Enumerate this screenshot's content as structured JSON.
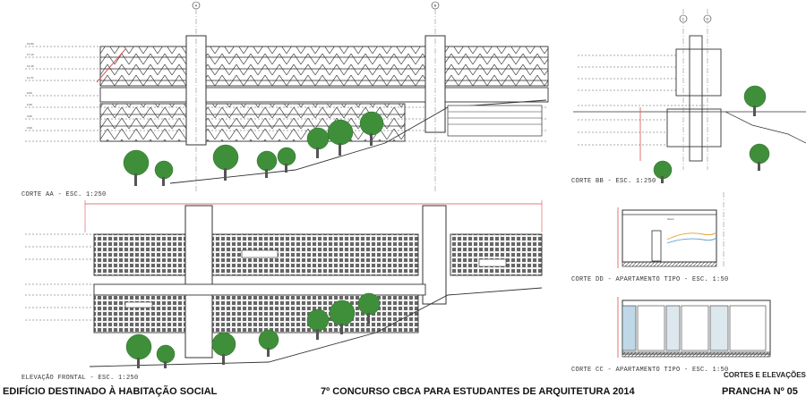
{
  "sheet": {
    "project_title": "EDIFÍCIO DESTINADO À HABITAÇÃO SOCIAL",
    "competition": "7º CONCURSO CBCA PARA ESTUDANTES DE ARQUITETURA 2014",
    "board": "PRANCHA Nº  05",
    "board_subject": "CORTES E ELEVAÇÕES"
  },
  "drawings": {
    "corte_aa": "CORTE AA - ESC. 1:250",
    "corte_bb": "CORTE BB - ESC. 1:250",
    "elevacao_frontal": "ELEVAÇÃO FRONTAL - ESC. 1:250",
    "corte_dd": "CORTE DD - APARTAMENTO TIPO - ESC. 1:50",
    "corte_cc": "CORTE CC - APARTAMENTO TIPO - ESC. 1:50"
  },
  "grid_markers": [
    "A",
    "B",
    "C",
    "D"
  ],
  "colors": {
    "line": "#333333",
    "tree": "#3f8f3a",
    "dimension": "#d9534f",
    "glass": "#bfd8e8"
  }
}
